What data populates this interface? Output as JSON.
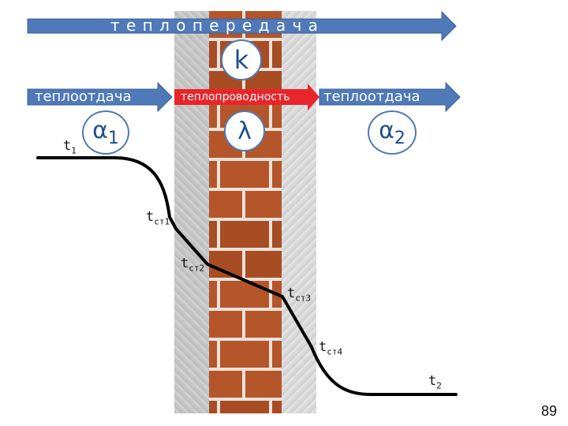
{
  "arrows": {
    "top": "т е п л о п е р е д а ч а",
    "left": "теплоотдача",
    "middle": "теплопроводность",
    "right": "теплоотдача"
  },
  "symbols": {
    "k": "k",
    "alpha1_base": "α",
    "alpha1_sub": "1",
    "lambda": "λ",
    "alpha2_base": "α",
    "alpha2_sub": "2"
  },
  "temps": {
    "t1_base": "t",
    "t1_sub": "1",
    "tst1_base": "t",
    "tst1_sub": "ст1",
    "tst2_base": "t",
    "tst2_sub": "ст2",
    "tst3_base": "t",
    "tst3_sub": "ст3",
    "tst4_base": "t",
    "tst4_sub": "ст4",
    "t2_base": "t",
    "t2_sub": "2"
  },
  "page_number": "89",
  "colors": {
    "arrow_blue": "#4f79b8",
    "arrow_red": "#e8252a",
    "brick": "#b5552a",
    "mortar": "#e8e2da",
    "plaster": "#c9c9c9"
  }
}
